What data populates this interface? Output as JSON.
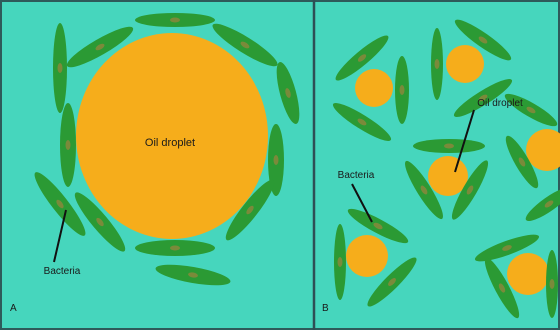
{
  "colors": {
    "background": "#46d6bd",
    "border": "#2e5a5a",
    "divider": "#2e4f55",
    "droplet": "#f6ad1b",
    "bacterium": "#2b9a34",
    "bacterium_core": "#7a8a3a",
    "label_text": "#1a1a1a"
  },
  "panel_a": {
    "panel_label": "A",
    "droplet_label": "Oil droplet",
    "bacteria_label": "Bacteria"
  },
  "panel_b": {
    "panel_label": "B",
    "droplet_label": "Oil droplet",
    "bacteria_label": "Bacteria"
  }
}
